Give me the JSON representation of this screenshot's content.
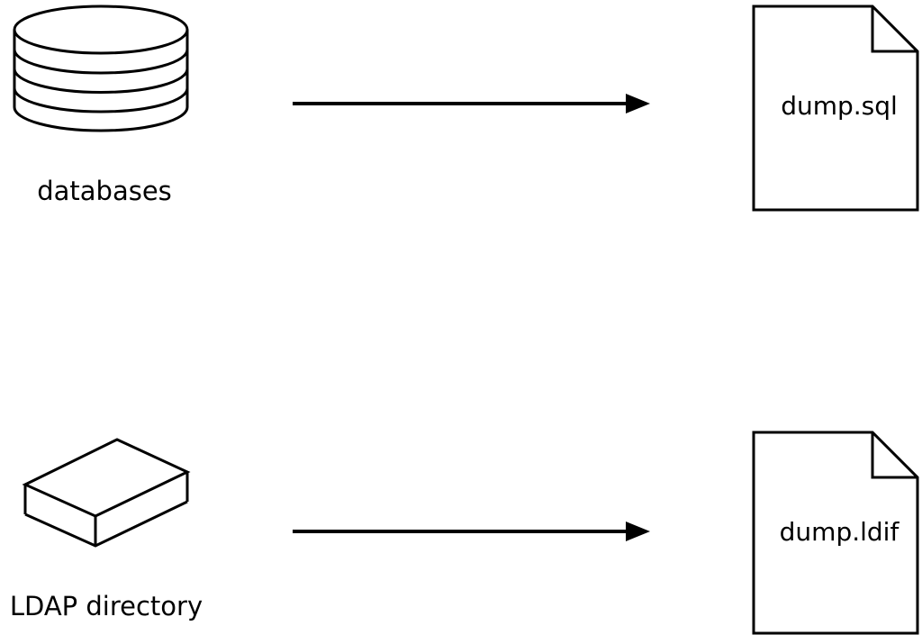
{
  "diagram": {
    "colors": {
      "stroke": "#000000",
      "background": "#ffffff"
    },
    "rows": [
      {
        "source_label": "databases",
        "source_icon": "database-cylinder-icon",
        "arrow": "right-arrow",
        "target_icon": "document-icon",
        "target_file": "dump.sql"
      },
      {
        "source_label": "LDAP directory",
        "source_icon": "box-icon",
        "arrow": "right-arrow",
        "target_icon": "document-icon",
        "target_file": "dump.ldif"
      }
    ]
  }
}
